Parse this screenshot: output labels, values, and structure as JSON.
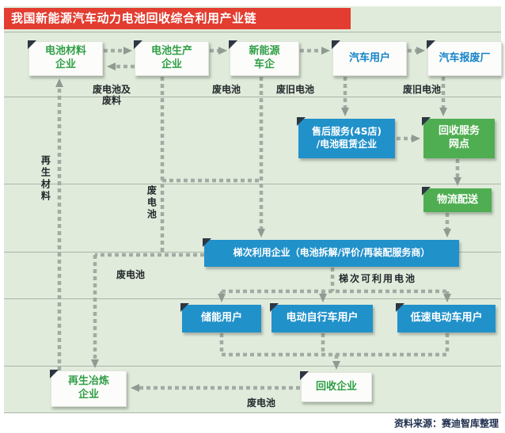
{
  "title": "我国新能源汽车动力电池回收综合利用产业链",
  "source": "资料来源：赛迪智库整理",
  "nodes": {
    "battery_material": {
      "label": "电池材料\n企业"
    },
    "battery_maker": {
      "label": "电池生产\n企业"
    },
    "nev_maker": {
      "label": "新能源\n车企"
    },
    "car_user": {
      "label": "汽车用户"
    },
    "scrap_factory": {
      "label": "汽车报废厂"
    },
    "after_sales": {
      "label": "售后服务(4S店)\n/电池租赁企业"
    },
    "recycle_network": {
      "label": "回收服务\n网点"
    },
    "logistics": {
      "label": "物流配送"
    },
    "echelon": {
      "label": "梯次利用企业（电池拆解/评价/再装配服务商）"
    },
    "storage_user": {
      "label": "储能用户"
    },
    "ebike_user": {
      "label": "电动自行车用户"
    },
    "lsev_user": {
      "label": "低速电动车用户"
    },
    "smelter": {
      "label": "再生冶炼\n企业"
    },
    "recycler": {
      "label": "回收企业"
    }
  },
  "edge_labels": {
    "waste_and_scrap": "废电池及\n废料",
    "waste_battery_top": "废电池",
    "used_battery_user": "废旧电池",
    "used_battery_scrap": "废旧电池",
    "waste_battery_mid_v": "废电池",
    "regen_material": "再生材料",
    "waste_battery_left": "废电池",
    "echelon_usable": "梯次可利用电池",
    "waste_battery_bottom": "废电池"
  },
  "edges": [
    {
      "from": "battery_material",
      "to": "battery_maker"
    },
    {
      "from": "battery_maker",
      "to": "nev_maker"
    },
    {
      "from": "nev_maker",
      "to": "car_user"
    },
    {
      "from": "car_user",
      "to": "scrap_factory"
    },
    {
      "from": "battery_maker",
      "to": "battery_material",
      "label": "waste_and_scrap"
    },
    {
      "from": "car_user",
      "to": "after_sales",
      "label": "used_battery_user"
    },
    {
      "from": "scrap_factory",
      "to": "recycle_network",
      "label": "used_battery_scrap"
    },
    {
      "from": "after_sales",
      "to": "recycle_network"
    },
    {
      "from": "recycle_network",
      "to": "logistics"
    },
    {
      "from": "logistics",
      "to": "echelon"
    },
    {
      "from": "nev_maker",
      "to": "echelon",
      "label": "waste_battery_top"
    },
    {
      "from": "battery_maker",
      "to": "smelter",
      "label": "waste_battery_mid_v"
    },
    {
      "from": "echelon",
      "to": "smelter",
      "label": "waste_battery_left"
    },
    {
      "from": "echelon",
      "to": "storage_user",
      "label": "echelon_usable"
    },
    {
      "from": "echelon",
      "to": "ebike_user",
      "label": "echelon_usable"
    },
    {
      "from": "echelon",
      "to": "lsev_user",
      "label": "echelon_usable"
    },
    {
      "from": "storage_user",
      "to": "recycler"
    },
    {
      "from": "ebike_user",
      "to": "recycler"
    },
    {
      "from": "lsev_user",
      "to": "recycler"
    },
    {
      "from": "recycler",
      "to": "smelter",
      "label": "waste_battery_bottom"
    },
    {
      "from": "smelter",
      "to": "battery_material",
      "label": "regen_material"
    }
  ],
  "colors": {
    "banner_red": "#e23d30",
    "box_blue": "#2191ca",
    "box_green": "#4fae51",
    "text_green": "#2f9e45",
    "text_blue": "#1583c7",
    "arrow_gray": "#a2aba3",
    "background_green": "#e0ebdb",
    "fold_corner": "#2e3644"
  }
}
